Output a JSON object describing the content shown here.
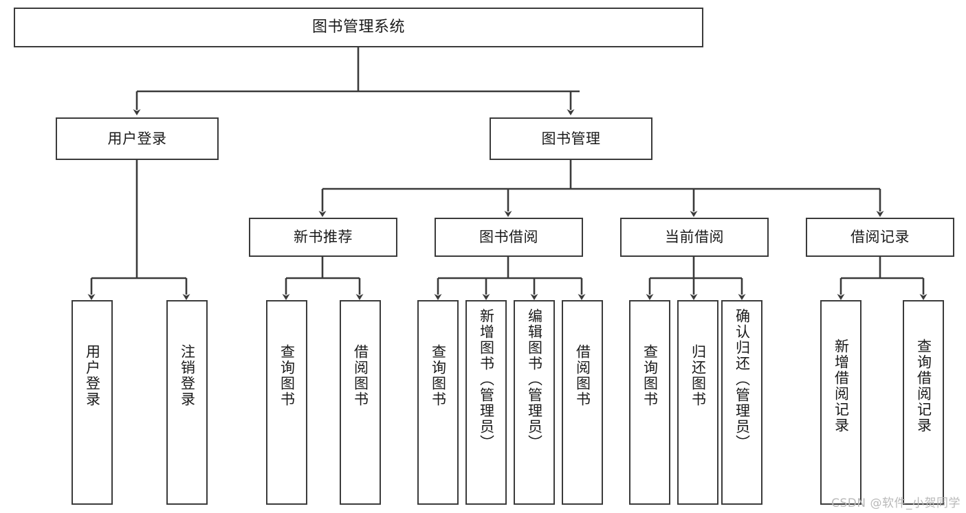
{
  "diagram": {
    "title": "图书管理系统",
    "type": "functional-structure-tree",
    "stroke_color": "#3a3a3a",
    "fill_color": "#ffffff",
    "text_color": "#1a1a1a"
  },
  "nodes": {
    "root": {
      "label": "图书管理系统"
    },
    "level2": [
      {
        "label": "用户登录"
      },
      {
        "label": "图书管理"
      }
    ],
    "level3": [
      {
        "label": "新书推荐"
      },
      {
        "label": "图书借阅"
      },
      {
        "label": "当前借阅"
      },
      {
        "label": "借阅记录"
      }
    ],
    "leaves_user_login": [
      {
        "label": "用户登录"
      },
      {
        "label": "注销登录"
      }
    ],
    "leaves_new_book": [
      {
        "label": "查询图书"
      },
      {
        "label": "借阅图书"
      }
    ],
    "leaves_borrow": [
      {
        "label": "查询图书"
      },
      {
        "label": "新增图书（管理员）"
      },
      {
        "label": "编辑图书（管理员）"
      },
      {
        "label": "借阅图书"
      }
    ],
    "leaves_current": [
      {
        "label": "查询图书"
      },
      {
        "label": "归还图书"
      },
      {
        "label": "确认归还（管理员）"
      }
    ],
    "leaves_record": [
      {
        "label": "新增借阅记录"
      },
      {
        "label": "查询借阅记录"
      }
    ]
  },
  "watermark": {
    "text": "CSDN @软件_小贺同学"
  }
}
